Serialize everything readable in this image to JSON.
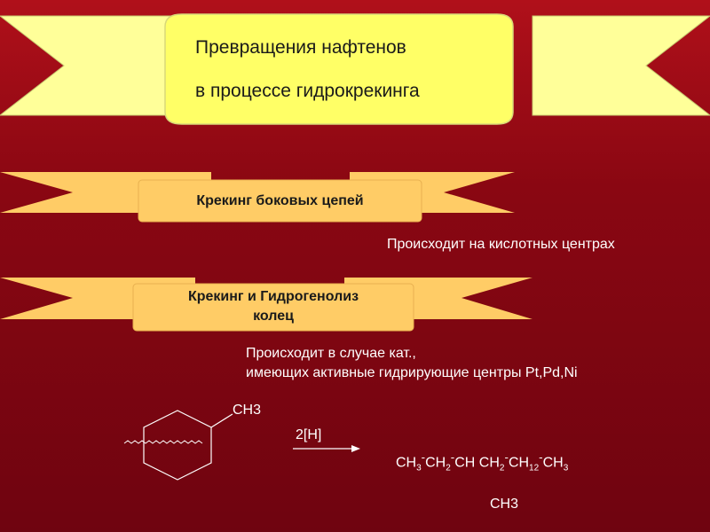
{
  "banner": {
    "line1": "Превращения нафтенов",
    "line2": "в процессе гидрокрекинга",
    "fill": "#ffff99"
  },
  "ribbon1": {
    "label": "Крекинг боковых цепей",
    "note": "Происходит на кислотных центрах",
    "fill": "#ffcc66"
  },
  "ribbon2": {
    "label_line1": "Крекинг и Гидрогенолиз",
    "label_line2": "колец",
    "note_line1": "Происходит  в случае кат.,",
    "note_line2": "имеющих активные гидрирующие центры Pt,Pd,Ni",
    "fill": "#ffcc66"
  },
  "reaction": {
    "substituent": "CH3",
    "reagent": "2[H]",
    "product": {
      "p1": "CH",
      "s1": "3",
      "d1": "-",
      "p2": "CH",
      "s2": "2",
      "d2": "-",
      "p3": "CH",
      "p4": " CH",
      "s4": "2",
      "d4": "-",
      "p5": "CH",
      "s5": "12",
      "d5": "-",
      "p6": "CH",
      "s6": "3"
    },
    "branch": "CH3"
  }
}
